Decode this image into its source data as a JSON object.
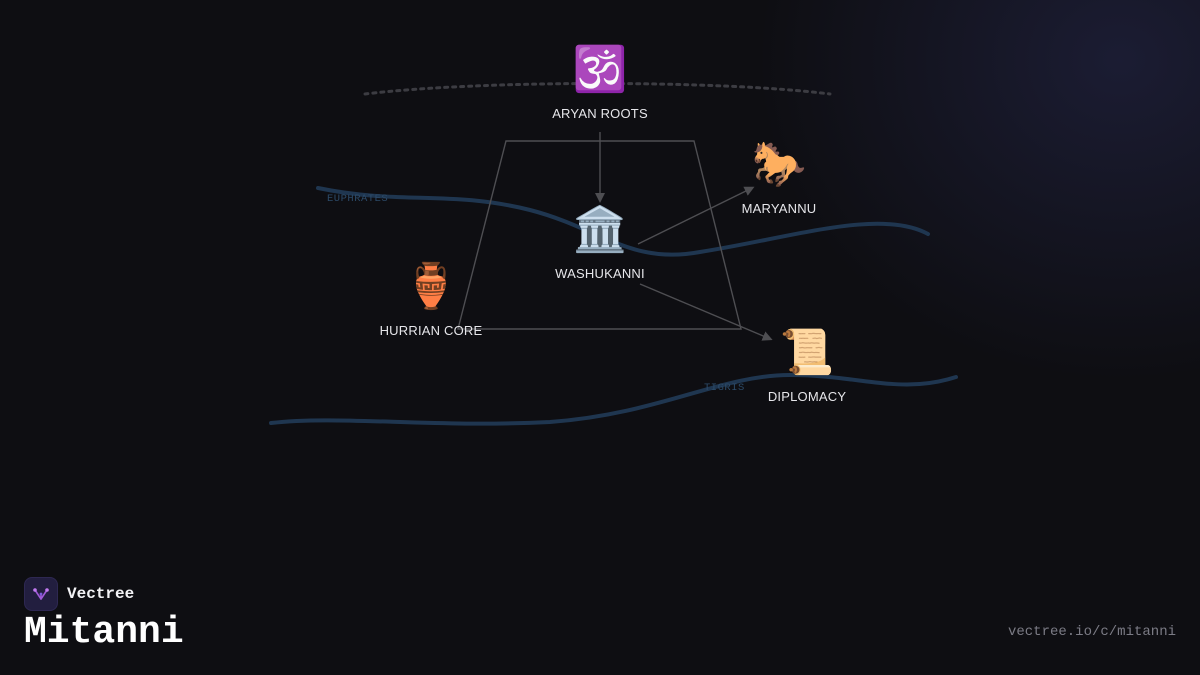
{
  "nodes": {
    "aryan_roots": {
      "label": "ARYAN ROOTS",
      "icon": "om-icon",
      "glyph": "🕉️"
    },
    "maryannu": {
      "label": "MARYANNU",
      "icon": "horse-icon",
      "glyph": "🐎"
    },
    "washukanni": {
      "label": "WASHUKANNI",
      "icon": "classical-building-icon",
      "glyph": "🏛️"
    },
    "hurrian_core": {
      "label": "HURRIAN CORE",
      "icon": "amphora-icon",
      "glyph": "🏺"
    },
    "diplomacy": {
      "label": "DIPLOMACY",
      "icon": "scroll-icon",
      "glyph": "📜"
    }
  },
  "rivers": {
    "euphrates": "EUPHRATES",
    "tigris": "TIGRIS"
  },
  "brand": {
    "name": "Vectree",
    "logo": "vectree-logo-icon"
  },
  "title": "Mitanni",
  "url": "vectree.io/c/mitanni",
  "colors": {
    "background": "#0e0e12",
    "river": "#1f3650",
    "connector": "#5a5a5e",
    "text": "#e6e6ea"
  }
}
